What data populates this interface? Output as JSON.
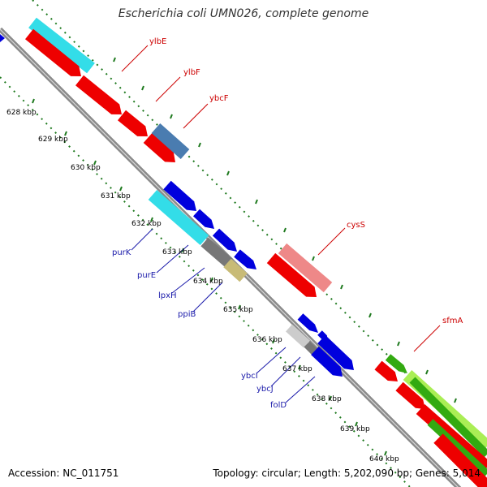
{
  "title": "Escherichia coli UMN026, complete genome",
  "footer": {
    "accession": "Accession: NC_011751",
    "summary": "Topology: circular; Length: 5,202,090 bp; Genes: 5,014"
  },
  "colors": {
    "backbone": "#8a8a8a",
    "tick": "#1f7a1f",
    "forward_label": "#cc0000",
    "reverse_label": "#1a1aaa",
    "red": "#ee0000",
    "cyan": "#33dde8",
    "blue": "#0000dd",
    "steel": "#4a7cb0",
    "gray": "#777777",
    "khaki": "#c8bb77",
    "pink": "#ee8888",
    "lightgray": "#cccccc",
    "green": "#33aa11",
    "lime": "#aaee55"
  },
  "scale": {
    "ticks": [
      "628 kbp",
      "629 kbp",
      "630 kbp",
      "631 kbp",
      "632 kbp",
      "633 kbp",
      "634 kbp",
      "635 kbp",
      "636 kbp",
      "637 kbp",
      "638 kbp",
      "639 kbp",
      "640 kbp"
    ]
  },
  "genes": {
    "forward_labels": [
      "ylbE",
      "ylbF",
      "ybcF",
      "cysS",
      "sfmA"
    ],
    "reverse_labels": [
      "purK",
      "purE",
      "lpxH",
      "ppiB",
      "ybcI",
      "ybcJ",
      "folD"
    ]
  }
}
